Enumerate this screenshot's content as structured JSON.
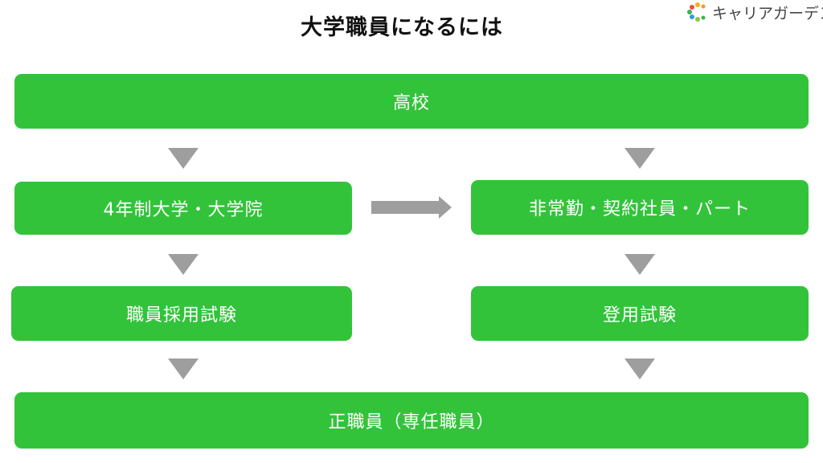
{
  "title": "大学職員になるには",
  "logo": {
    "text": "キャリアガーデン"
  },
  "boxes": {
    "top": "高校",
    "university": "4年制大学・大学院",
    "staff_exam": "職員採用試験",
    "part_time": "非常勤・契約社員・パート",
    "promotion_exam": "登用試験",
    "bottom": "正職員（専任職員）"
  },
  "colors": {
    "box": "#33c33b",
    "arrow": "#9e9e9e",
    "text": "#ffffff"
  }
}
